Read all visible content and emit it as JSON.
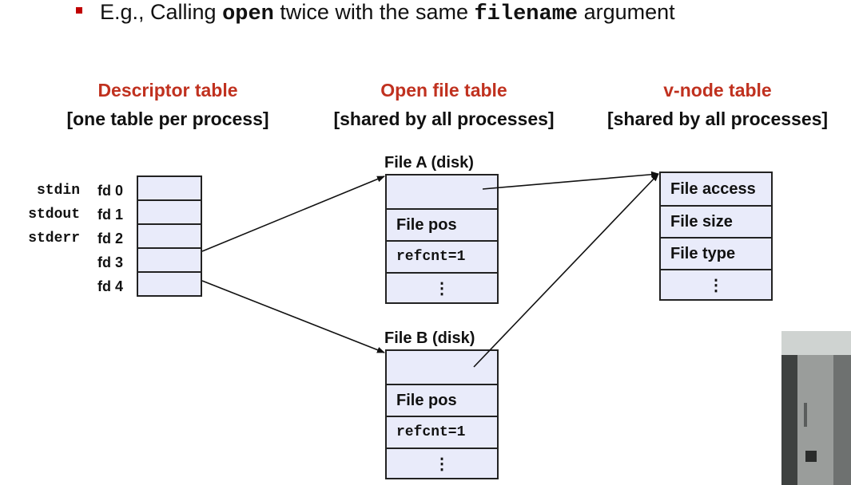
{
  "bullet": {
    "prefix": "E.g., Calling ",
    "code1": "open",
    "middle": " twice with the same ",
    "code2": "filename",
    "suffix": " argument"
  },
  "headers": {
    "descriptor": {
      "title": "Descriptor table",
      "subtitle": "[one table per process]"
    },
    "open_file": {
      "title": "Open file table",
      "subtitle": "[shared by all processes]"
    },
    "vnode": {
      "title": "v-node table",
      "subtitle": "[shared by all processes]"
    }
  },
  "descriptor_table": {
    "rows": [
      {
        "stream": "stdin",
        "fd": "fd 0"
      },
      {
        "stream": "stdout",
        "fd": "fd 1"
      },
      {
        "stream": "stderr",
        "fd": "fd 2"
      },
      {
        "stream": "",
        "fd": "fd 3"
      },
      {
        "stream": "",
        "fd": "fd 4"
      }
    ]
  },
  "file_a": {
    "label": "File A (disk)",
    "cells": [
      "",
      "File pos",
      "refcnt=1",
      "⋮"
    ]
  },
  "file_b": {
    "label": "File B (disk)",
    "cells": [
      "",
      "File pos",
      "refcnt=1",
      "⋮"
    ]
  },
  "vnode_table": {
    "cells": [
      "File access",
      "File size",
      "File type",
      "⋮"
    ]
  },
  "colors": {
    "header_red": "#c0311f",
    "cell_fill": "#e9ebfa",
    "bullet_red": "#c00000"
  }
}
